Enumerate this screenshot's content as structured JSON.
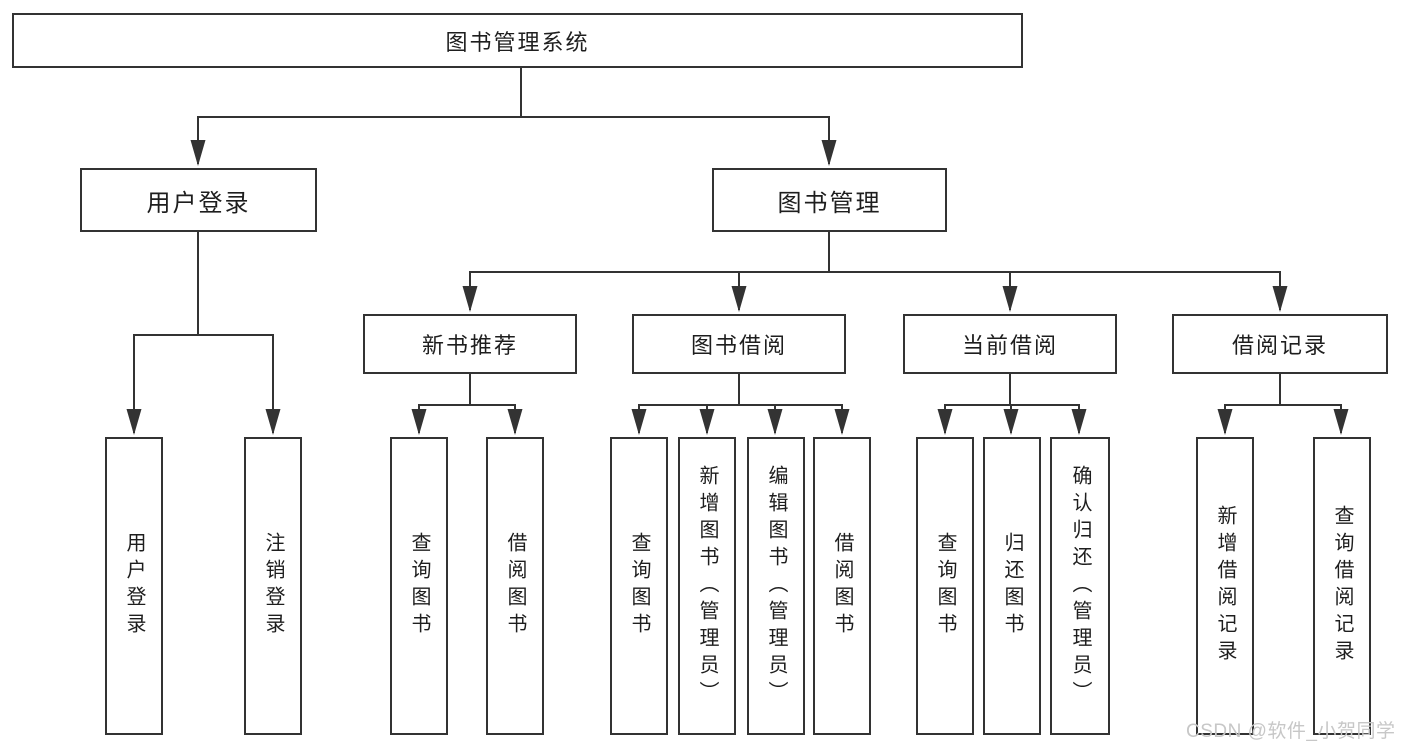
{
  "tree": {
    "root": {
      "label": "图书管理系统"
    },
    "level2": [
      {
        "label": "用户登录"
      },
      {
        "label": "图书管理"
      }
    ],
    "level3": [
      {
        "label": "新书推荐"
      },
      {
        "label": "图书借阅"
      },
      {
        "label": "当前借阅"
      },
      {
        "label": "借阅记录"
      }
    ],
    "leaves": {
      "login": [
        "用户登录",
        "注销登录"
      ],
      "recommend": [
        "查询图书",
        "借阅图书"
      ],
      "borrow": [
        "查询图书",
        "新增图书（管理员）",
        "编辑图书（管理员）",
        "借阅图书"
      ],
      "current": [
        "查询图书",
        "归还图书",
        "确认归还（管理员）"
      ],
      "records": [
        "新增借阅记录",
        "查询借阅记录"
      ]
    }
  },
  "colors": {
    "line": "#333333",
    "text": "#1e1e1e",
    "box_background": "#ffffff",
    "watermark": "#c7c7c7"
  },
  "watermark": {
    "text": "CSDN @软件_小贺同学"
  }
}
